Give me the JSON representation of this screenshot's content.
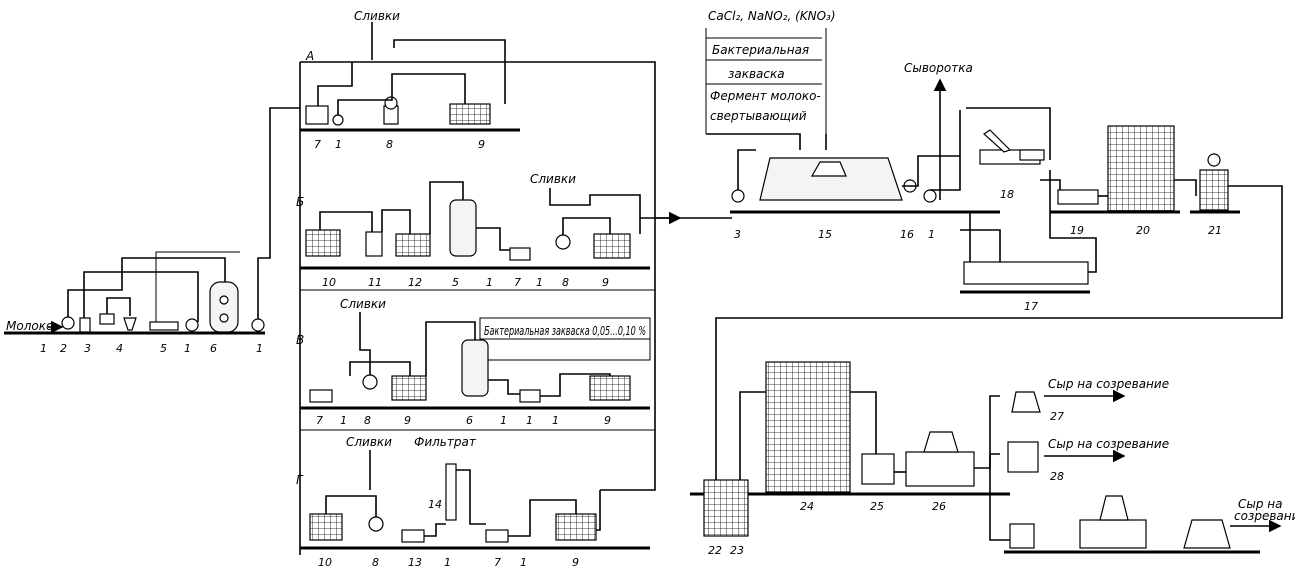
{
  "left_scheme": {
    "milk_input": "Молоко",
    "stage_numbers": [
      "1",
      "2",
      "3",
      "4",
      "5",
      "1",
      "6",
      "1"
    ],
    "sections": [
      {
        "letter": "А",
        "cream": "Сливки",
        "numbers": [
          "7",
          "1",
          "8",
          "9"
        ]
      },
      {
        "letter": "Б",
        "cream": "Сливки",
        "numbers": [
          "10",
          "11",
          "12",
          "5",
          "1",
          "7",
          "1",
          "8",
          "9"
        ]
      },
      {
        "letter": "В",
        "cream": "Сливки",
        "starter": "Бактериальная закваска 0,05...0,10 %",
        "numbers": [
          "7",
          "1",
          "8",
          "9",
          "6",
          "1",
          "1",
          "1",
          "9"
        ]
      },
      {
        "letter": "Г",
        "cream": "Сливки",
        "filtrate": "Фильтрат",
        "extra_number": "14",
        "numbers": [
          "10",
          "8",
          "13",
          "1",
          "7",
          "1",
          "9"
        ]
      }
    ]
  },
  "right_scheme": {
    "additives": "CaCl₂, NaNO₂, (KNO₃)",
    "starter_lines": [
      "Бактериальная",
      "закваска"
    ],
    "enzyme_lines": [
      "Фермент молоко-",
      "свертывающий"
    ],
    "whey": "Сыворотка",
    "numbers_row1": [
      "3",
      "15",
      "16",
      "1",
      "18",
      "19",
      "20",
      "21"
    ],
    "number_17": "17",
    "numbers_row2": [
      "22",
      "23",
      "24",
      "25",
      "26"
    ],
    "ripening_label": "Сыр на созревание",
    "ripening_label_last": [
      "Сыр на",
      "созревание"
    ],
    "number_27": "27",
    "number_28": "28"
  }
}
